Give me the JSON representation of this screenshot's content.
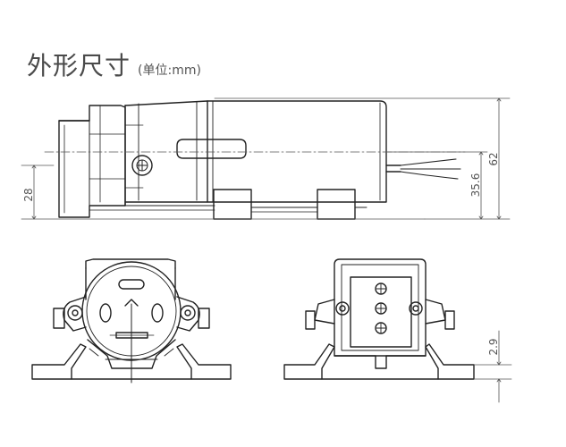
{
  "title": {
    "main": "外形尺寸",
    "unit": "(单位:mm)"
  },
  "dimensions": {
    "total_height": "62",
    "shaft_height": "35.6",
    "base_height": "28",
    "foot_thickness": "2.9"
  }
}
